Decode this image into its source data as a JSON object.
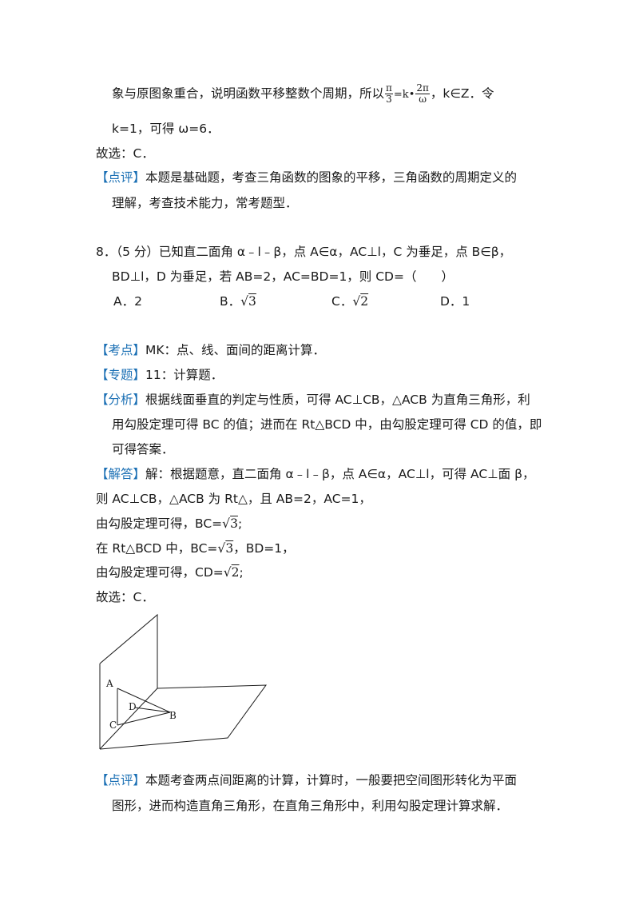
{
  "prev": {
    "line1_pre": "象与原图象重合，说明函数平移整数个周期，所以",
    "frac1_num": "π",
    "frac1_den": "3",
    "mid": "=k",
    "dot": "•",
    "frac2_num": "2π",
    "frac2_den": "ω",
    "line1_post": "，k∈Z．令",
    "line2": "k=1，可得 ω=6．",
    "choice": "故选：C．",
    "comment_tag": "【点评】",
    "comment_line1": "本题是基础题，考查三角函数的图象的平移，三角函数的周期定义的",
    "comment_line2": "理解，考查技术能力，常考题型．"
  },
  "q8": {
    "stem_line1": "8．（5 分）已知直二面角 α﹣l﹣β，点 A∈α，AC⊥l，C 为垂足，点 B∈β，",
    "stem_line2": "BD⊥l，D 为垂足，若 AB=2，AC=BD=1，则 CD=（　　）",
    "opt_a": "A．2",
    "opt_b_prefix": "B．",
    "opt_b_rad": "3",
    "opt_c_prefix": "C．",
    "opt_c_rad": "2",
    "opt_d": "D．1"
  },
  "analysis": {
    "kaodian_tag": "【考点】",
    "kaodian": "MK：点、线、面间的距离计算．",
    "zhuanti_tag": "【专题】",
    "zhuanti": "11：计算题．",
    "fenxi_tag": "【分析】",
    "fenxi_line1": "根据线面垂直的判定与性质，可得 AC⊥CB，△ACB 为直角三角形，利",
    "fenxi_line2": "用勾股定理可得 BC 的值；进而在 Rt△BCD 中，由勾股定理可得 CD 的值，即",
    "fenxi_line3": "可得答案．",
    "jieda_tag": "【解答】",
    "jieda_line1": "解：根据题意，直二面角 α﹣l﹣β，点 A∈α，AC⊥l，可得 AC⊥面 β，",
    "jieda_line2": "则 AC⊥CB，△ACB 为 Rt△，且 AB=2，AC=1，",
    "jieda_line3_pre": "由勾股定理可得，BC=",
    "jieda_line3_rad": "3",
    "jieda_line3_post": ";",
    "jieda_line4_pre": "在 Rt△BCD 中，BC=",
    "jieda_line4_rad": "3",
    "jieda_line4_post": "，BD=1，",
    "jieda_line5_pre": "由勾股定理可得，CD=",
    "jieda_line5_rad": "2",
    "jieda_line5_post": ";",
    "choice": "故选：C．",
    "pingjia_tag": "【点评】",
    "pingjia_line1": "本题考查两点间距离的计算，计算时，一般要把空间图形转化为平面",
    "pingjia_line2": "图形，进而构造直角三角形，在直角三角形中，利用勾股定理计算求解．"
  },
  "figure": {
    "label_a": "A",
    "label_d": "D",
    "label_b": "B",
    "label_c": "C"
  }
}
